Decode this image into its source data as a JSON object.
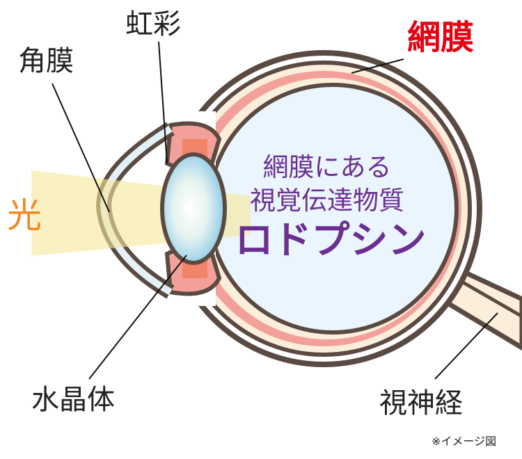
{
  "labels": {
    "iris": "虹彩",
    "cornea": "角膜",
    "retina": "網膜",
    "light": "光",
    "lens": "水晶体",
    "optic_nerve": "視神経",
    "note": "※イメージ図"
  },
  "center_text": {
    "line1": "網膜にある",
    "line2": "視覚伝達物質",
    "line3": "ロドプシン"
  },
  "colors": {
    "retina_label": "#e60012",
    "light_label": "#f08a24",
    "center_text": "#6b2f92",
    "outline": "#5a4a42"
  }
}
